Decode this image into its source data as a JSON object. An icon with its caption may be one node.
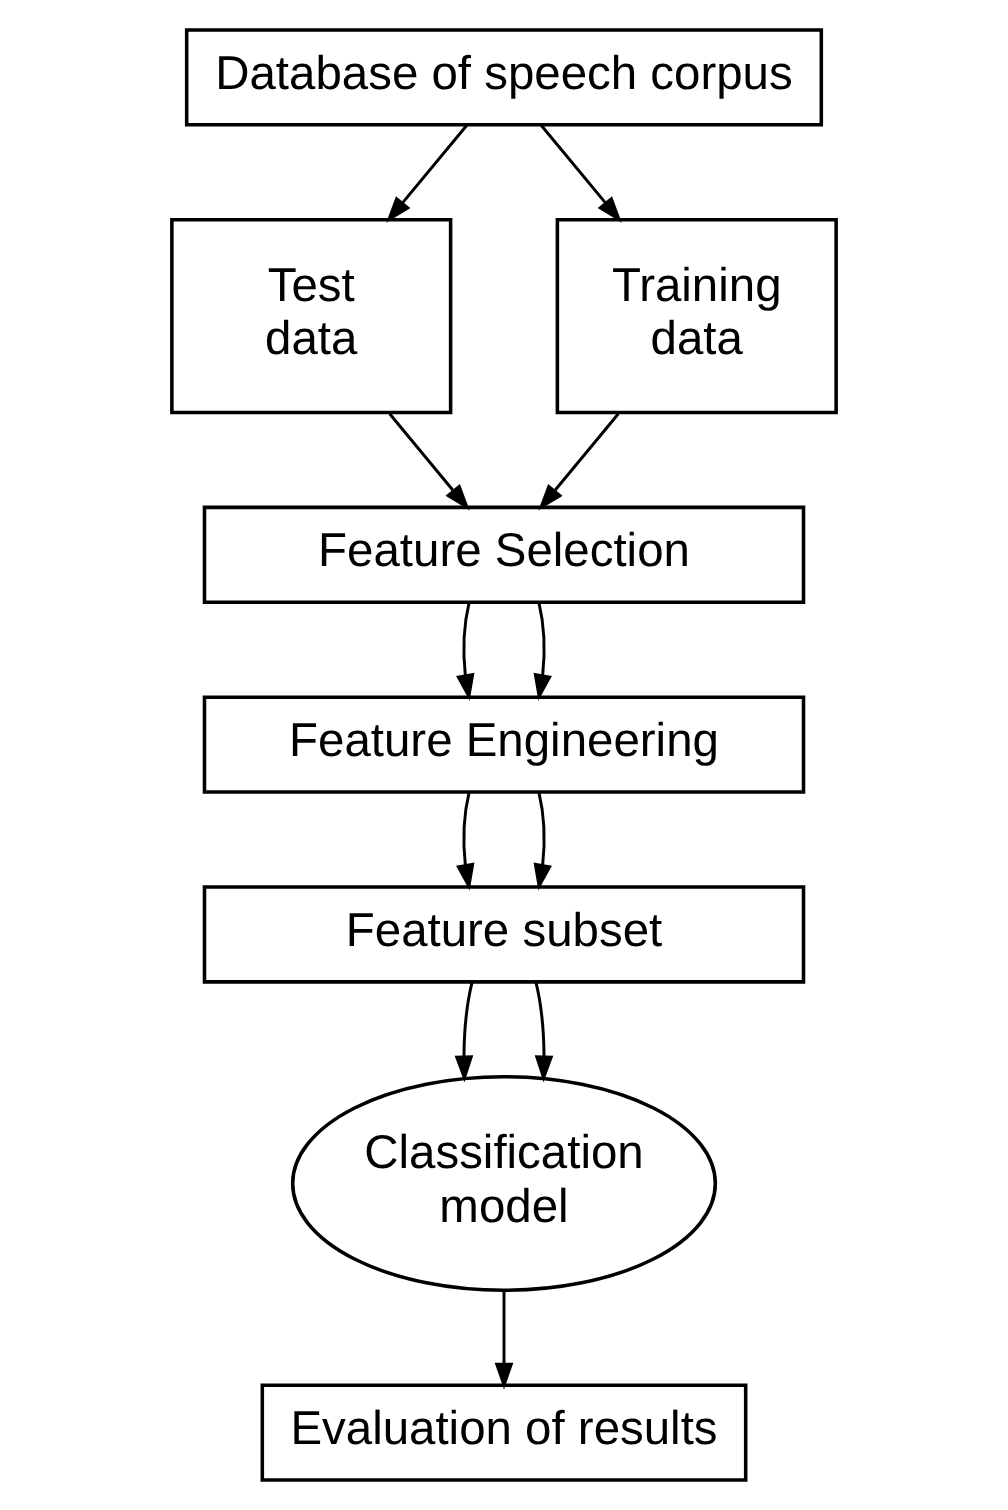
{
  "diagram": {
    "nodes": [
      {
        "text": [
          "Database of speech corpus"
        ]
      },
      {
        "text": [
          "Test data"
        ]
      },
      {
        "text": [
          "Training data"
        ]
      },
      {
        "text": [
          "Feature Selection"
        ]
      },
      {
        "text": [
          "Feature Engineering"
        ]
      },
      {
        "text": [
          "Feature subset"
        ]
      },
      {
        "text": [
          "Classification model"
        ]
      },
      {
        "text": [
          "Evaluation of results"
        ]
      }
    ],
    "edges": [
      {
        "from": 0,
        "to": 1,
        "arrow": "to"
      },
      {
        "from": 0,
        "to": 2,
        "arrow": "to"
      },
      {
        "from": 1,
        "to": 3,
        "arrow": "to"
      },
      {
        "from": 2,
        "to": 3,
        "arrow": "to"
      },
      {
        "from": 3,
        "to": 4,
        "arrow": "to"
      },
      {
        "from": 3,
        "to": 4,
        "arrow": "to"
      },
      {
        "from": 4,
        "to": 5,
        "arrow": "to"
      },
      {
        "from": 4,
        "to": 5,
        "arrow": "to"
      },
      {
        "from": 5,
        "to": 6,
        "arrow": "to"
      },
      {
        "from": 5,
        "to": 6,
        "arrow": "to"
      },
      {
        "from": 6,
        "to": 7,
        "arrow": "to"
      }
    ]
  }
}
